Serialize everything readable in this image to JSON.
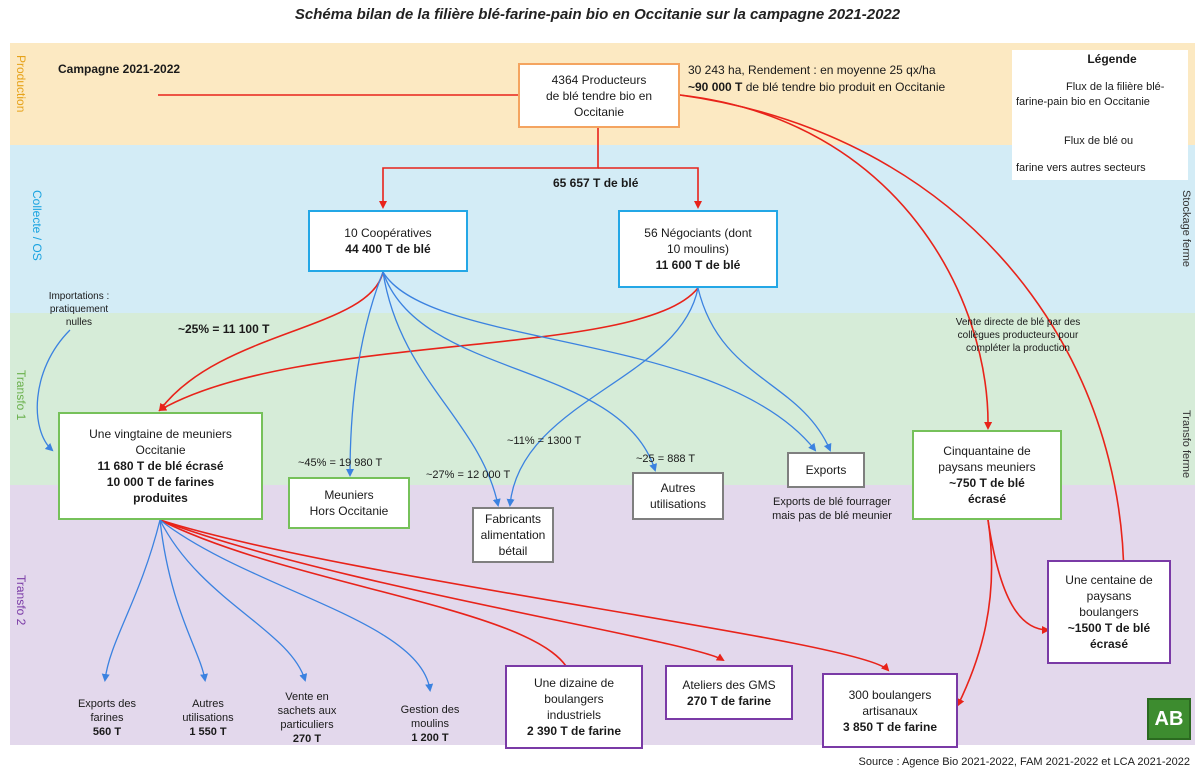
{
  "title": "Schéma bilan de la filière blé-farine-pain bio en Occitanie sur la campagne 2021-2022",
  "colors": {
    "production": "#fce9c2",
    "collecte": "#d3ecf6",
    "transfo1": "#d6ecd8",
    "transfo2": "#e3d8ec",
    "red_flow": "#e8231a",
    "blue_flow": "#3b82e0",
    "box_orange": "#f4a460",
    "box_blue": "#23a7e6",
    "box_green": "#76c15a",
    "box_gray": "#7f7f7f",
    "box_purple": "#7a3aa6"
  },
  "bands": {
    "production": "Production",
    "collecte": "Collecte / OS",
    "transfo1": "Transfo 1",
    "transfo2": "Transfo 2"
  },
  "right_labels": {
    "stockage": "Stockage ferme",
    "transfo_ferme": "Transfo ferme"
  },
  "campaign": "Campagne 2021-2022",
  "producers": {
    "line1": "4364 Producteurs",
    "line2": "de blé tendre bio en",
    "line3": "Occitanie"
  },
  "production_info": {
    "line1": "30 243 ha, Rendement : en moyenne 25 qx/ha",
    "line2_bold": "~90 000 T",
    "line2_rest": " de blé tendre bio produit en Occitanie"
  },
  "legend": {
    "title": "Légende",
    "red": "Flux de la filière blé-farine-pain bio en Occitanie",
    "blue": "Flux de blé ou farine vers autres secteurs",
    "blue_line1": "Flux de blé ou",
    "blue_line2": "farine vers autres secteurs"
  },
  "collected": "65 657 T de blé",
  "coops": {
    "line1": "10 Coopératives",
    "line2": "44 400 T de blé"
  },
  "negociants": {
    "line1": "56 Négociants (dont",
    "line2": "10 moulins)",
    "line3": "11 600 T de blé"
  },
  "imports": {
    "line1": "Importations :",
    "line2": "pratiquement",
    "line3": "nulles"
  },
  "flow_pct": {
    "to_millers": "~25% = 11 100 T",
    "hors_occitanie": "~45% = 19 980 T",
    "to_feed_blue": "~11% = 1300 T",
    "to_feed": "~27% = 12 000 T",
    "other": "~25 = 888 T"
  },
  "direct_sale": {
    "line1": "Vente directe de blé par des",
    "line2": "collègues producteurs pour",
    "line3": "compléter la production"
  },
  "millers": {
    "line1": "Une vingtaine de meuniers",
    "line2": "Occitanie",
    "line3": "11 680 T de blé écrasé",
    "line4": "10 000 T de farines",
    "line5": "produites"
  },
  "meuniers_hors": {
    "line1": "Meuniers",
    "line2": "Hors Occitanie"
  },
  "fabricants": {
    "line1": "Fabricants",
    "line2": "alimentation",
    "line3": "bétail"
  },
  "autres_util": {
    "line1": "Autres",
    "line2": "utilisations"
  },
  "exports_box": "Exports",
  "exports_note": {
    "line1": "Exports de blé fourrager",
    "line2": "mais pas de blé meunier"
  },
  "paysans_meuniers": {
    "line1": "Cinquantaine de",
    "line2": "paysans meuniers",
    "line3": "~750 T de blé",
    "line4": "écrasé"
  },
  "paysans_boulangers": {
    "line1": "Une centaine de",
    "line2": "paysans",
    "line3": "boulangers",
    "line4": "~1500 T de blé",
    "line5": "écrasé"
  },
  "industriels": {
    "line1": "Une dizaine de",
    "line2": "boulangers",
    "line3": "industriels",
    "line4": "2 390 T de farine"
  },
  "gms": {
    "line1": "Ateliers des GMS",
    "line2": "270 T de farine"
  },
  "artisans": {
    "line1": "300 boulangers",
    "line2": "artisanaux",
    "line3": "3 850 T de farine"
  },
  "outputs": {
    "exports_farines": {
      "line1": "Exports des",
      "line2": "farines",
      "line3": "560 T"
    },
    "autres": {
      "line1": "Autres",
      "line2": "utilisations",
      "line3": "1 550 T"
    },
    "vente_sachets": {
      "line1": "Vente en",
      "line2": "sachets aux",
      "line3": "particuliers",
      "line4": "270 T"
    },
    "gestion_moulins": {
      "line1": "Gestion des",
      "line2": "moulins",
      "line3": "1 200 T"
    }
  },
  "source": "Source : Agence Bio 2021-2022, FAM 2021-2022 et LCA 2021-2022",
  "logo": "AB"
}
